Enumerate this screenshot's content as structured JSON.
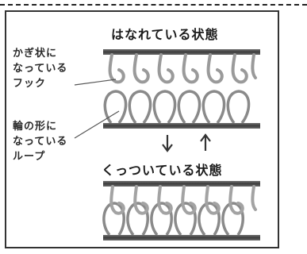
{
  "diagram": {
    "title_separated": "はなれている状態",
    "title_attached": "くっついている状態",
    "label_hook": "かぎ状に\nなっている\nフック",
    "label_loop": "輪の形に\nなっている\nループ",
    "arrow_down": "↓",
    "arrow_up": "↑"
  }
}
